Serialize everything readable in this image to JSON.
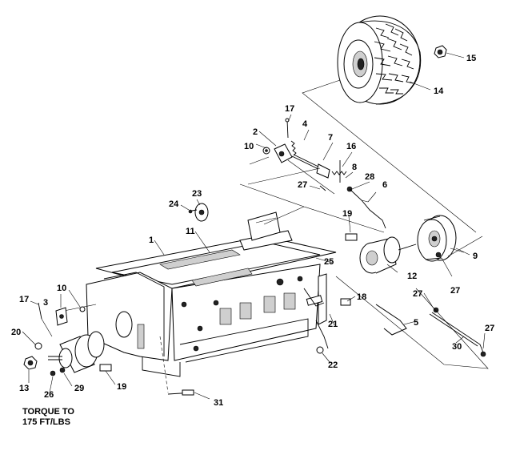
{
  "labels": {
    "l1": "1",
    "l2": "2",
    "l3": "3",
    "l4": "4",
    "l5": "5",
    "l6": "6",
    "l7": "7",
    "l8": "8",
    "l9": "9",
    "l10a": "10",
    "l10b": "10",
    "l11": "11",
    "l12": "12",
    "l13": "13",
    "l14": "14",
    "l15": "15",
    "l16": "16",
    "l17a": "17",
    "l17b": "17",
    "l18": "18",
    "l19a": "19",
    "l19b": "19",
    "l20": "20",
    "l21": "21",
    "l22": "22",
    "l23": "23",
    "l24": "24",
    "l25": "25",
    "l26": "26",
    "l27a": "27",
    "l27b": "27",
    "l27c": "27",
    "l27d": "27",
    "l28": "28",
    "l29": "29",
    "l30": "30",
    "l31": "31"
  },
  "note": {
    "line1": "TORQUE TO",
    "line2": "175 FT/LBS"
  }
}
